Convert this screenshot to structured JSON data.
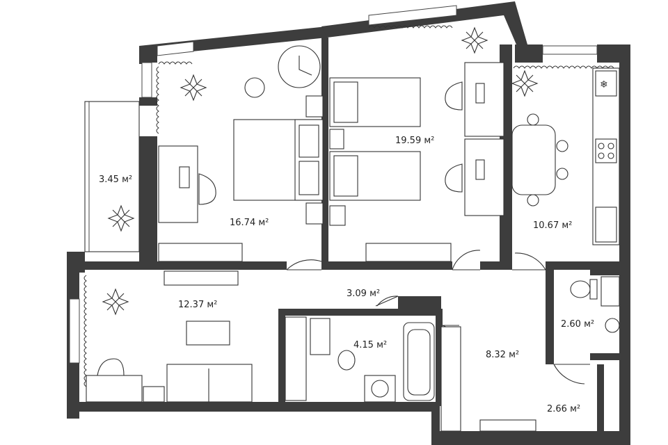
{
  "floor_plan": {
    "rooms": [
      {
        "id": "balcony",
        "area": "3.45 м²"
      },
      {
        "id": "bedroom-1",
        "area": "16.74 м²"
      },
      {
        "id": "bedroom-2",
        "area": "19.59 м²"
      },
      {
        "id": "kitchen",
        "area": "10.67 м²"
      },
      {
        "id": "living-room",
        "area": "12.37 м²"
      },
      {
        "id": "corridor",
        "area": "3.09 м²"
      },
      {
        "id": "bathroom",
        "area": "4.15 м²"
      },
      {
        "id": "hall",
        "area": "8.32 м²"
      },
      {
        "id": "toilet",
        "area": "2.60 м²"
      },
      {
        "id": "closet",
        "area": "2.66 м²"
      }
    ],
    "icons": {
      "plant": "plant-icon",
      "snowflake": "❄",
      "stove": "stove-icon"
    },
    "colors": {
      "wall": "#3d3d3d",
      "line": "#333333",
      "background": "#ffffff"
    }
  }
}
